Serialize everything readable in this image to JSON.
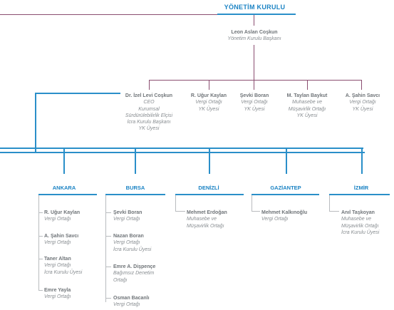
{
  "board": {
    "title": "YÖNETİM KURULU",
    "chair": {
      "name": "Leon Aslan Coşkun",
      "role": "Yönetim Kurulu Başkanı"
    },
    "members": [
      {
        "name": "Dr. İzel Levi Coşkun",
        "roles": [
          "CEO",
          "Kurumsal",
          "Sürdürülebilirlik Elçisi",
          "İcra Kurulu Başkanı",
          "YK Üyesi"
        ]
      },
      {
        "name": "R. Uğur Kaylan",
        "roles": [
          "Vergi Ortağı",
          "YK Üyesi"
        ]
      },
      {
        "name": "Şevki Boran",
        "roles": [
          "Vergi Ortağı",
          "YK Üyesi"
        ]
      },
      {
        "name": "M. Taylan Baykut",
        "roles": [
          "Muhasebe ve",
          "Müşavirlik Ortağı",
          "YK Üyesi"
        ]
      },
      {
        "name": "A. Şahin Savcı",
        "roles": [
          "Vergi Ortağı",
          "YK Üyesi"
        ]
      }
    ]
  },
  "offices": [
    {
      "city": "ANKARA",
      "members": [
        {
          "name": "R. Uğur Kaylan",
          "roles": [
            "Vergi Ortağı"
          ]
        },
        {
          "name": "A. Şahin Savcı",
          "roles": [
            "Vergi Ortağı"
          ]
        },
        {
          "name": "Taner Altan",
          "roles": [
            "Vergi Ortağı",
            "İcra Kurulu Üyesi"
          ]
        },
        {
          "name": "Emre Yayla",
          "roles": [
            "Vergi Ortağı"
          ]
        }
      ]
    },
    {
      "city": "BURSA",
      "members": [
        {
          "name": "Şevki Boran",
          "roles": [
            "Vergi Ortağı"
          ]
        },
        {
          "name": "Nazan Boran",
          "roles": [
            "Vergi Ortağı",
            "İcra Kurulu Üyesi"
          ]
        },
        {
          "name": "Emre A. Dişpençe",
          "roles": [
            "Bağımsız Denetim",
            "Ortağı"
          ]
        },
        {
          "name": "Osman Bacanlı",
          "roles": [
            "Vergi Ortağı"
          ]
        }
      ]
    },
    {
      "city": "DENİZLİ",
      "members": [
        {
          "name": "Mehmet Erdoğan",
          "roles": [
            "Muhasebe ve",
            "Müşavirlik Ortağı"
          ]
        }
      ]
    },
    {
      "city": "GAZİANTEP",
      "members": [
        {
          "name": "Mehmet Kalkınoğlu",
          "roles": [
            "Vergi Ortağı"
          ]
        }
      ]
    },
    {
      "city": "İZMİR",
      "members": [
        {
          "name": "Anıl Taşkoyan",
          "roles": [
            "Muhasebe ve",
            "Müşavirlik Ortağı",
            "İcra Kurulu Üyesi"
          ]
        }
      ]
    }
  ]
}
